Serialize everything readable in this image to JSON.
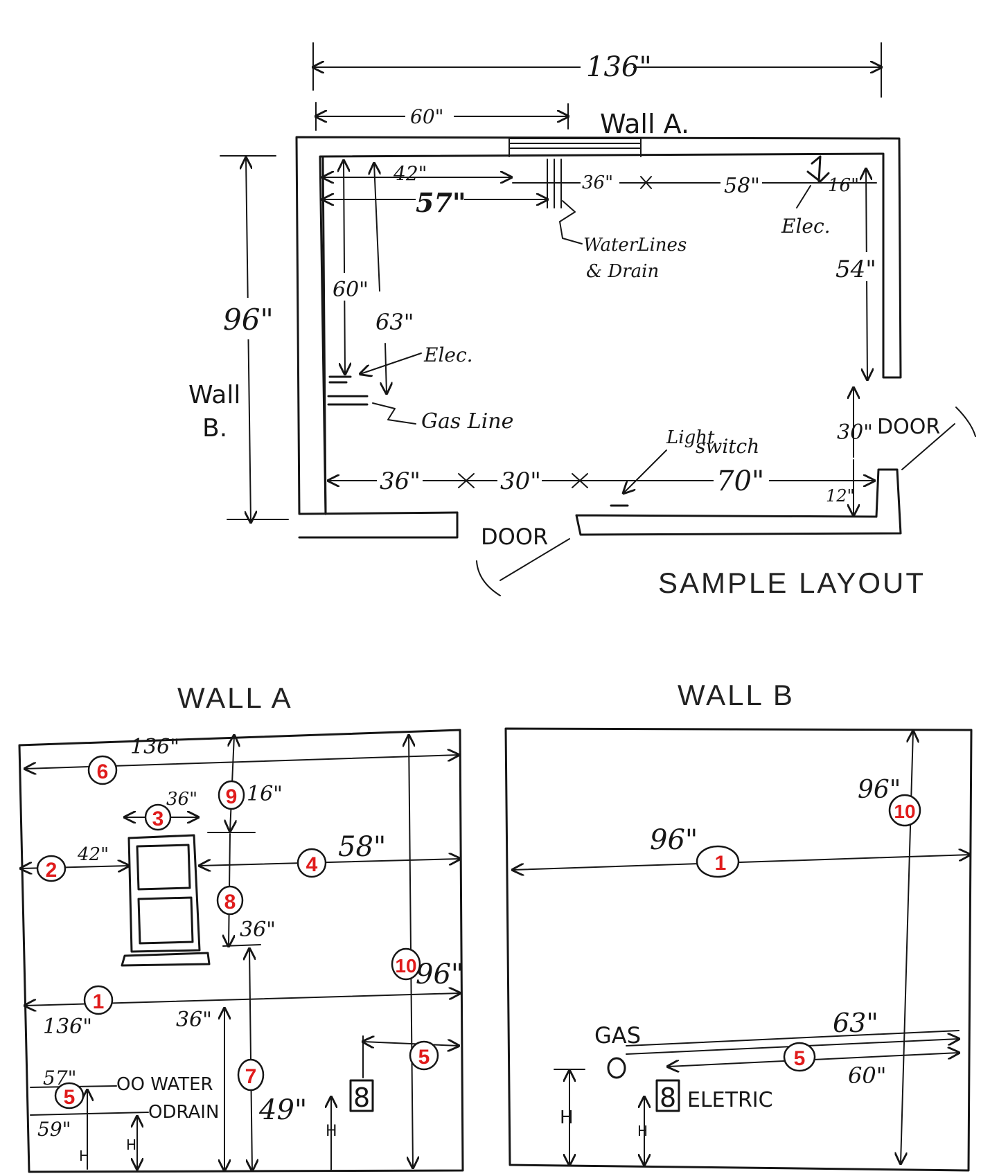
{
  "plan": {
    "caption": "SAMPLE LAYOUT",
    "wall_a": "Wall A.",
    "wall_b_1": "Wall",
    "wall_b_2": "B.",
    "dim_136": "136\"",
    "dim_60_top": "60\"",
    "dim_96": "96\"",
    "dim_42": "42\"",
    "dim_57": "57\"",
    "dim_36_top": "36\"",
    "dim_58": "58\"",
    "dim_16": "16\"",
    "elec_top": "Elec.",
    "water_1": "WaterLines",
    "water_2": "& Drain",
    "dim_54": "54\"",
    "dim_60_left": "60\"",
    "dim_63": "63\"",
    "elec_left": "Elec.",
    "gas_line": "Gas Line",
    "dim_30_door": "30\"",
    "door_right": "DOOR",
    "light_1": "Light",
    "light_2": "switch",
    "dim_36_bottom": "36\"",
    "dim_30_bottom": "30\"",
    "dim_70": "70\"",
    "dim_12": "12\"",
    "door_bottom": "DOOR"
  },
  "wall_a": {
    "title": "WALL A",
    "d136_top": "136\"",
    "d16": "16\"",
    "d36_window": "36\"",
    "d42": "42\"",
    "d58": "58\"",
    "d36_sill": "36\"",
    "d96": "96\"",
    "d136_mid": "136\"",
    "d36_low": "36\"",
    "d57": "57\"",
    "d59": "59\"",
    "water": "OO WATER",
    "drain": "ODRAIN",
    "d49": "49\"",
    "outlet": "8",
    "h1": "H",
    "h2": "H",
    "h3": "H",
    "badges": [
      "6",
      "9",
      "3",
      "2",
      "4",
      "8",
      "10",
      "1",
      "5",
      "7",
      "5"
    ]
  },
  "wall_b": {
    "title": "WALL B",
    "d96_vert": "96\"",
    "d96_horiz": "96\"",
    "gas": "GAS",
    "d63": "63\"",
    "d60": "60\"",
    "outlet": "8",
    "electric": "ELETRIC",
    "h1": "H",
    "h2": "H",
    "badges": [
      "10",
      "1",
      "5"
    ]
  }
}
